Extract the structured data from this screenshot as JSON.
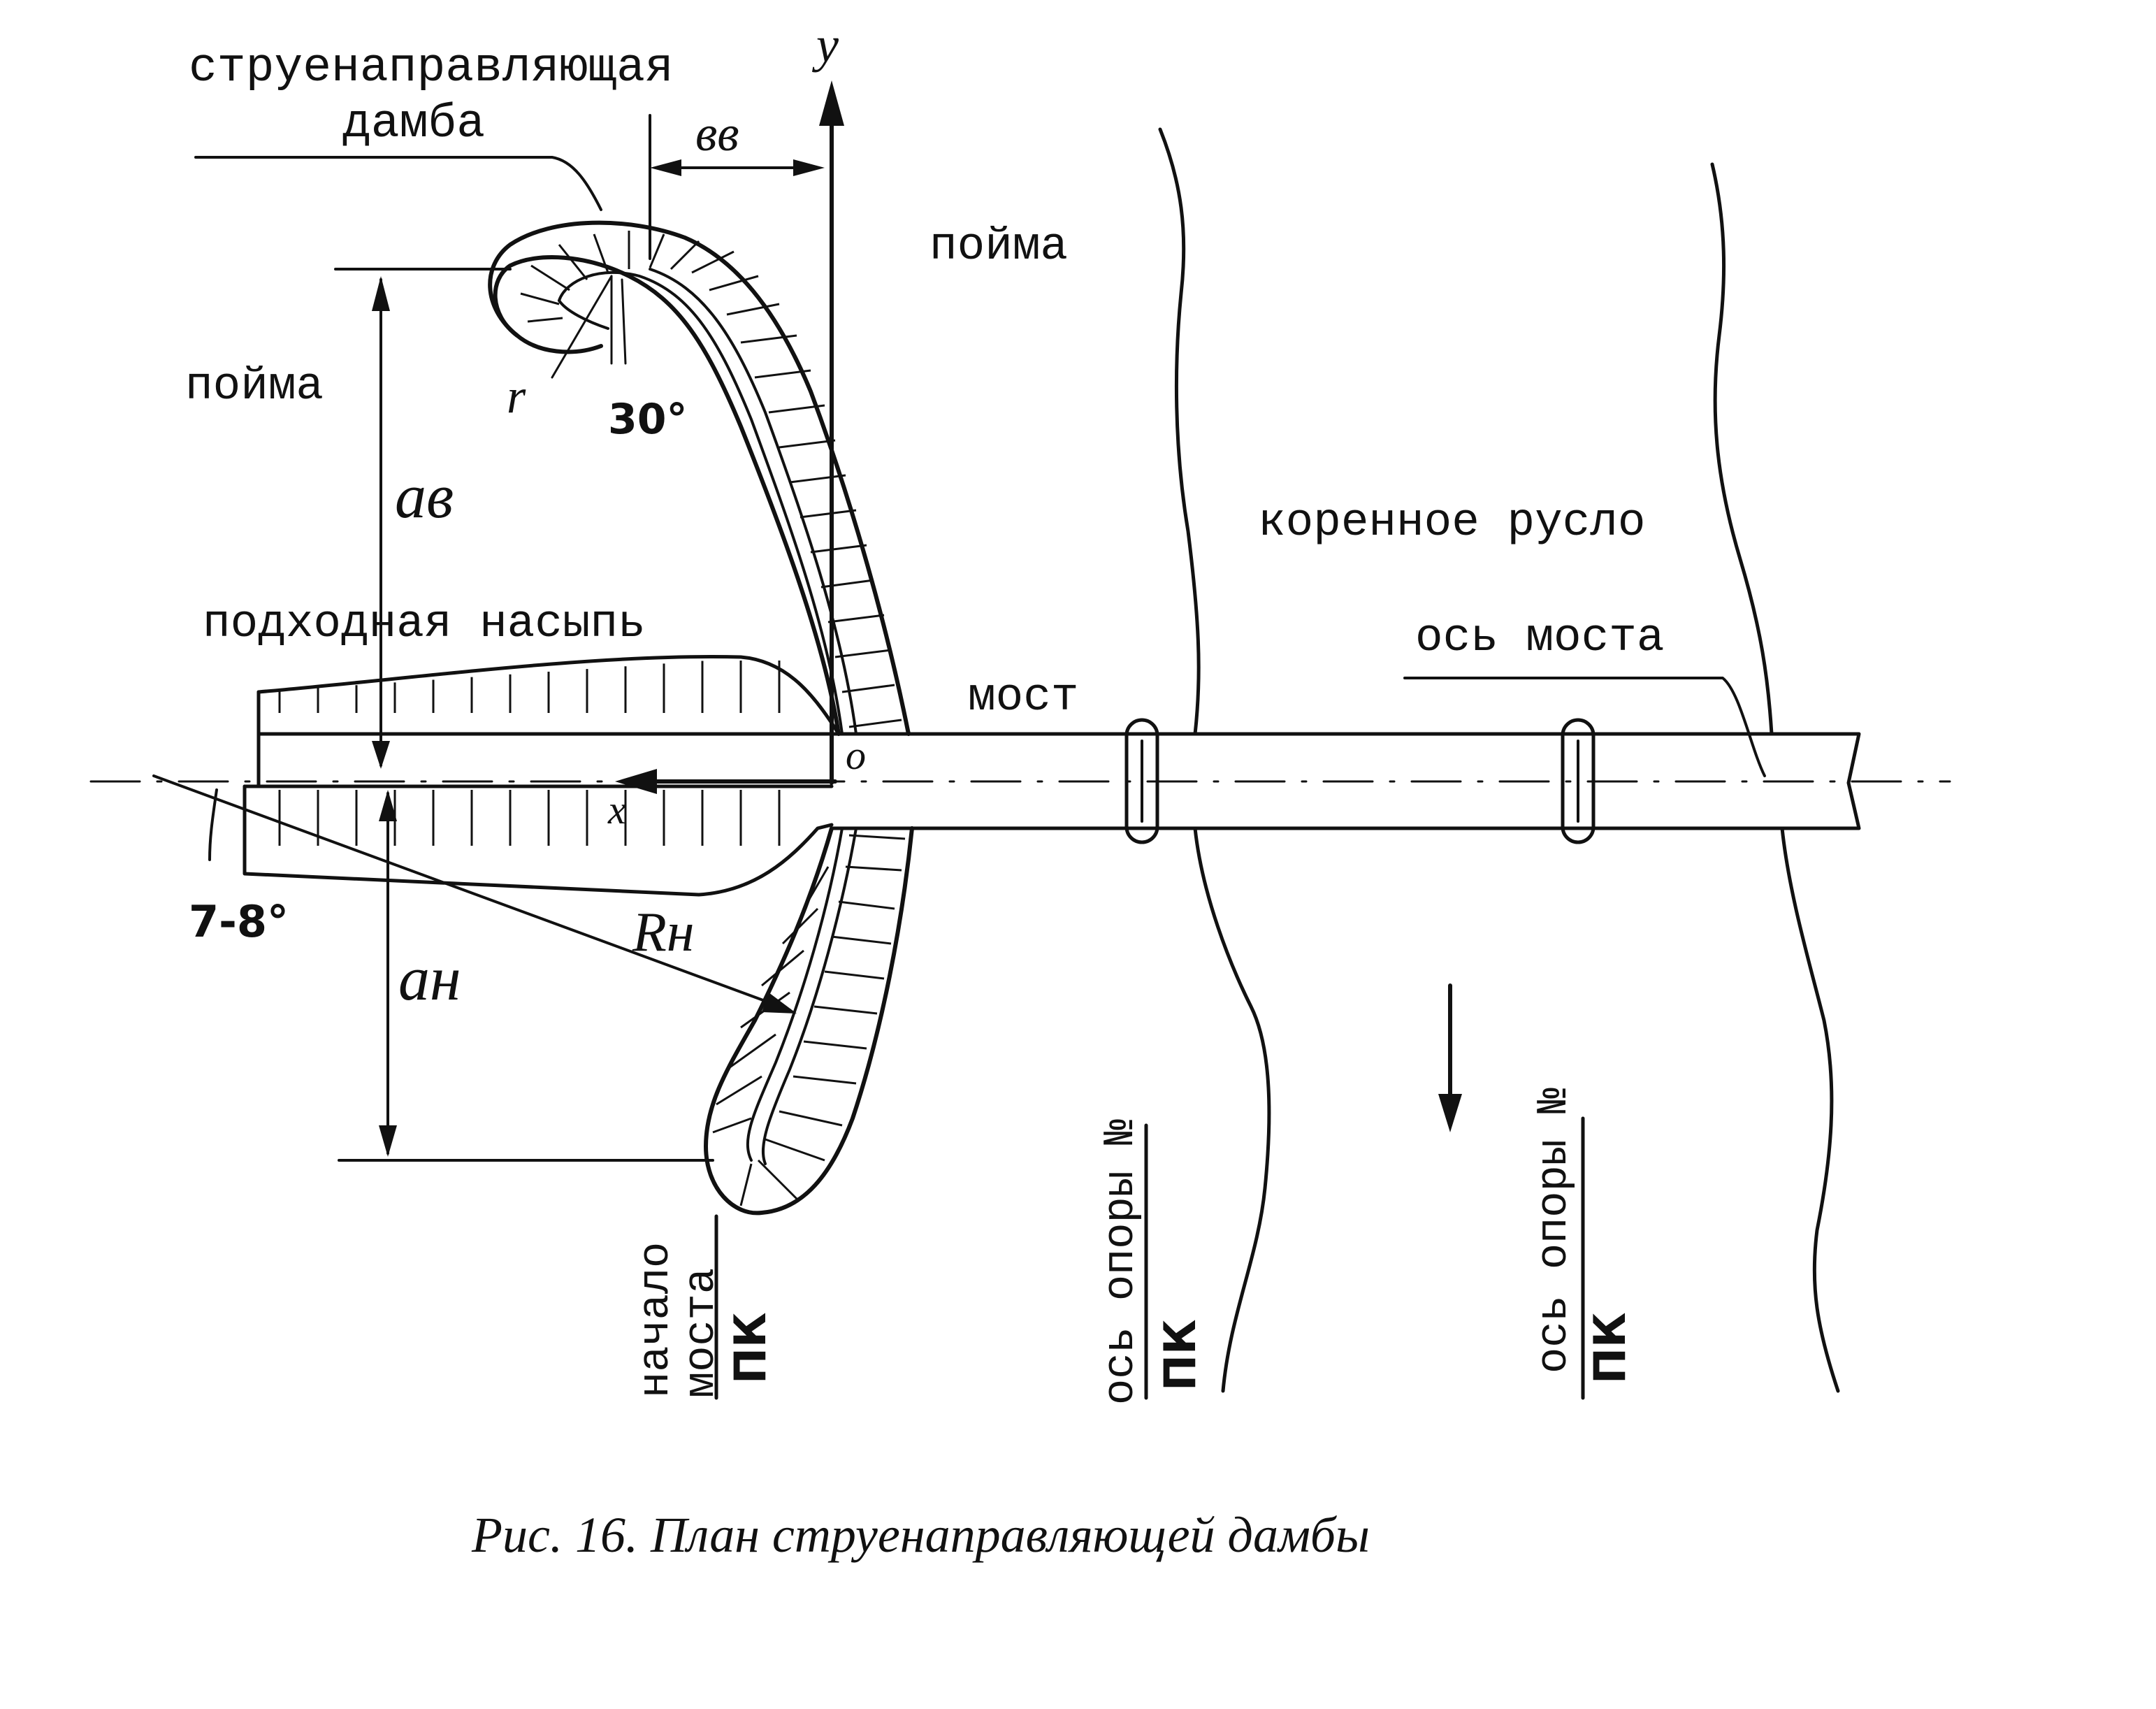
{
  "labels": {
    "dam_line1": "струенаправляющая",
    "dam_line2": "дамба",
    "y_axis": "y",
    "bv": "вв",
    "floodplain_right": "пойма",
    "floodplain_left": "пойма",
    "r": "r",
    "angle30": "30°",
    "av": "aв",
    "main_channel": "коренное русло",
    "approach_embankment": "подходная насыпь",
    "bridge_axis": "ось моста",
    "bridge": "мост",
    "origin": "o",
    "x_axis": "x",
    "angle78": "7-8°",
    "rn": "Rн",
    "an": "aн",
    "bridge_start_line1": "начало",
    "bridge_start_line2": "моста",
    "pk1": "ПК",
    "pier_axis1": "ось опоры №",
    "pk2": "ПК",
    "pier_axis2": "ось опоры №",
    "pk3": "ПК"
  },
  "caption": "Рис. 16. План струенаправляющей дамбы",
  "colors": {
    "ink": "#111111",
    "paper": "#ffffff"
  }
}
